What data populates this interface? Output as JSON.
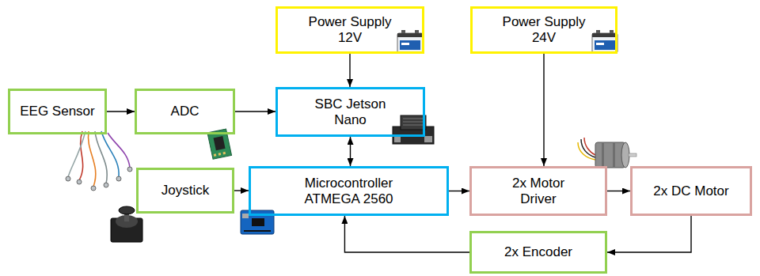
{
  "diagram": {
    "nodes": [
      {
        "text": [
          "Power Supply 12V"
        ]
      },
      {
        "text": [
          "Power Supply 24V"
        ]
      },
      {
        "text": [
          "EEG Sensor"
        ]
      },
      {
        "text": [
          "ADC"
        ]
      },
      {
        "text": [
          "SBC Jetson Nano"
        ]
      },
      {
        "text": [
          "Joystick"
        ]
      },
      {
        "text": [
          "Microcontroller ATMEGA 2560"
        ]
      },
      {
        "text": [
          "2x Motor Driver"
        ]
      },
      {
        "text": [
          "2x DC Motor"
        ]
      },
      {
        "text": [
          "2x Encoder"
        ]
      }
    ],
    "edges": [
      {
        "from": 0,
        "to": 4,
        "arrow": "to"
      },
      {
        "from": 1,
        "to": 7,
        "arrow": "to"
      },
      {
        "from": 2,
        "to": 3,
        "arrow": "to"
      },
      {
        "from": 3,
        "to": 4,
        "arrow": "to"
      },
      {
        "from": 4,
        "to": 6,
        "arrow": "both"
      },
      {
        "from": 5,
        "to": 6,
        "arrow": "to"
      },
      {
        "from": 6,
        "to": 7,
        "arrow": "to"
      },
      {
        "from": 7,
        "to": 8,
        "arrow": "to"
      },
      {
        "from": 8,
        "to": 9,
        "arrow": "to"
      },
      {
        "from": 9,
        "to": 6,
        "arrow": "to"
      }
    ]
  }
}
